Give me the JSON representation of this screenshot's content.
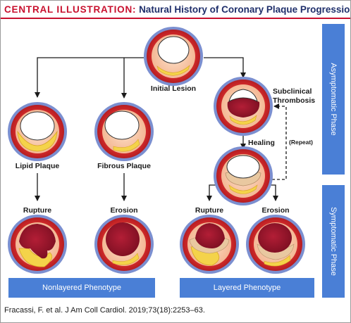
{
  "header": {
    "label": "CENTRAL ILLUSTRATION:",
    "title": "Natural History of Coronary Plaque Progression"
  },
  "nodes": {
    "initial_lesion": "Initial Lesion",
    "subclinical_thrombosis_line1": "Subclinical",
    "subclinical_thrombosis_line2": "Thrombosis",
    "healing": "Healing",
    "repeat": "(Repeat)",
    "lipid_plaque": "Lipid Plaque",
    "fibrous_plaque": "Fibrous Plaque",
    "rupture_nonlayered": "Rupture",
    "erosion_nonlayered": "Erosion",
    "rupture_layered": "Rupture",
    "erosion_layered": "Erosion"
  },
  "phases": {
    "asymptomatic": "Asymptomatic Phase",
    "symptomatic": "Symptomatic Phase"
  },
  "phenotypes": {
    "nonlayered": "Nonlayered Phenotype",
    "layered": "Layered Phenotype"
  },
  "citation": "Fracassi, F. et al. J Am Coll Cardiol. 2019;73(18):2253–63.",
  "colors": {
    "title_red": "#c8102e",
    "title_blue": "#1f2f6b",
    "panel_blue": "#4a7fd6",
    "vessel_outer": "#7b8fd0",
    "vessel_wall": "#d12a2a",
    "intima": "#f7c9a8",
    "lipid": "#f4d34a",
    "thrombus": "#a3172f",
    "healed_layer": "#e9c8a0"
  }
}
